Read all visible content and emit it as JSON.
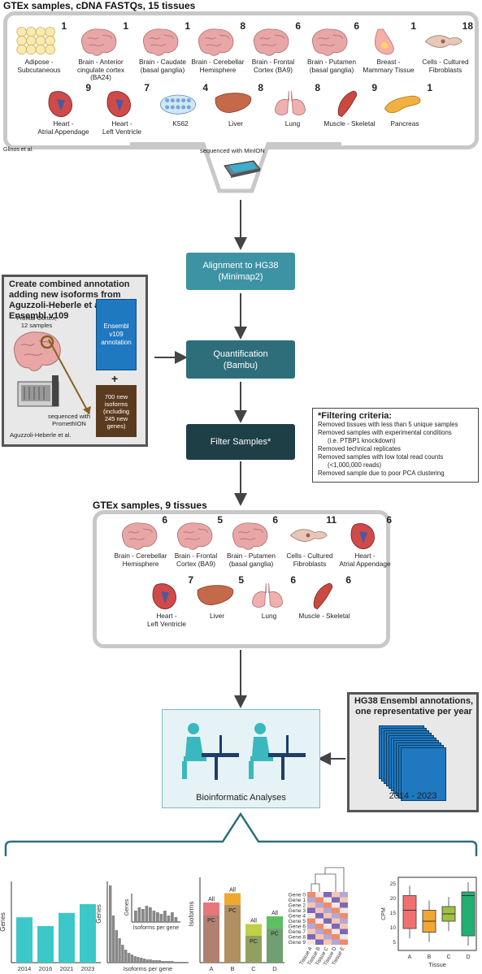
{
  "top_panel": {
    "title": "GTEx samples, cDNA FASTQs, 15 tissues",
    "source": "Glinos et al.",
    "sequencer_label": "sequenced with MinION",
    "tissues": [
      {
        "name": "Adipose -\nSubcutaneous",
        "count": "1",
        "icon": "adipose-icon"
      },
      {
        "name": "Brain - Anterior\ncingulate cortex (BA24)",
        "count": "1",
        "icon": "brain-icon"
      },
      {
        "name": "Brain - Caudate\n(basal ganglia)",
        "count": "1",
        "icon": "brain-icon"
      },
      {
        "name": "Brain - Cerebellar\nHemisphere",
        "count": "8",
        "icon": "brain-icon"
      },
      {
        "name": "Brain - Frontal\nCortex (BA9)",
        "count": "6",
        "icon": "brain-icon"
      },
      {
        "name": "Brain - Putamen\n(basal ganglia)",
        "count": "6",
        "icon": "brain-icon"
      },
      {
        "name": "Breast -\nMammary Tissue",
        "count": "1",
        "icon": "breast-icon"
      },
      {
        "name": "Cells - Cultured\nFibroblasts",
        "count": "18",
        "icon": "fibroblast-icon"
      },
      {
        "name": "Heart -\nAtrial Appendage",
        "count": "9",
        "icon": "heart-icon"
      },
      {
        "name": "Heart -\nLeft Ventricle",
        "count": "7",
        "icon": "heart-icon"
      },
      {
        "name": "K562",
        "count": "4",
        "icon": "cell-dish-icon"
      },
      {
        "name": "Liver",
        "count": "8",
        "icon": "liver-icon"
      },
      {
        "name": "Lung",
        "count": "8",
        "icon": "lung-icon"
      },
      {
        "name": "Muscle - Skeletal",
        "count": "9",
        "icon": "muscle-icon"
      },
      {
        "name": "Pancreas",
        "count": "1",
        "icon": "pancreas-icon"
      }
    ]
  },
  "pipeline": {
    "alignment": {
      "line1": "Alignment to HG38",
      "line2": "(Minimap2)"
    },
    "quantification": {
      "line1": "Quantification",
      "line2": "(Bambu)"
    },
    "filter": "Filter Samples*"
  },
  "annotation_box": {
    "title": "Create combined annotation adding new isoforms from Aguzzoli-Heberle et al. to Ensembl v109",
    "sample_label": "Frontal Cortex,\n12 samples",
    "sequencer_label": "sequenced with\nPromethION",
    "source": "Aguzzoli-Heberle et al.",
    "ensembl_box": "Ensembl\nv109\nannotation",
    "plus": "+",
    "new_isoforms_box": "700 new\nisoforms\n(including\n245 new\ngenes)"
  },
  "filtering": {
    "title": "*Filtering criteria:",
    "items": [
      "Removed tissues with less than 5 unique samples",
      "Removed samples with experimental conditions",
      "(i.e. PTBP1 knockdown)",
      "Removed technical replicates",
      "Removed samples with low total read counts",
      "(<1,000,000 reads)",
      "Removed sample due to poor PCA clustering"
    ]
  },
  "mid_panel": {
    "title": "GTEx samples, 9 tissues",
    "tissues": [
      {
        "name": "Brain - Cerebellar\nHemisphere",
        "count": "6"
      },
      {
        "name": "Brain - Frontal\nCortex (BA9)",
        "count": "5"
      },
      {
        "name": "Brain - Putamen\n(basal ganglia)",
        "count": "6"
      },
      {
        "name": "Cells - Cultured\nFibroblasts",
        "count": "11"
      },
      {
        "name": "Heart -\nAtrial Appendage",
        "count": "6"
      },
      {
        "name": "Heart -\nLeft Ventricle",
        "count": "7"
      },
      {
        "name": "Liver",
        "count": "5"
      },
      {
        "name": "Lung",
        "count": "6"
      },
      {
        "name": "Muscle - Skeletal",
        "count": "6"
      }
    ]
  },
  "analysis": {
    "label": "Bioinformatic Analyses",
    "annotations_title": "HG38 Ensembl annotations, one representative per year",
    "annotations_range": "2014 - 2023"
  },
  "bottom_charts": {
    "genes_bar": {
      "ylabel": "Genes",
      "categories": [
        "2014",
        "2016",
        "2021",
        "2023"
      ],
      "values": [
        0.62,
        0.5,
        0.68,
        0.8
      ]
    },
    "histogram": {
      "ylabel": "Genes",
      "xlabel": "Isoforms per gene",
      "inset_ylabel": "Genes",
      "inset_xlabel": "Isoforms per gene"
    },
    "isoform_bar": {
      "ylabel": "Isoforms",
      "categories": [
        "A",
        "B",
        "C",
        "D"
      ],
      "all_label": "All",
      "pc_label": "PC",
      "all_values": [
        0.78,
        0.9,
        0.5,
        0.6
      ],
      "pc_values": [
        0.62,
        0.75,
        0.35,
        0.45
      ],
      "colors_top": [
        "#e8767a",
        "#f0a830",
        "#c0d046",
        "#5cc060"
      ],
      "colors_bottom": [
        "#b08070",
        "#b09060",
        "#90a060",
        "#70a070"
      ]
    },
    "heatmap": {
      "rows": [
        "Gene 0",
        "Gene 1",
        "Gene 2",
        "Gene 3",
        "Gene 4",
        "Gene 5",
        "Gene 6",
        "Gene 7",
        "Gene 8",
        "Gene 9"
      ],
      "cols": [
        "Tissue A",
        "Tissue B",
        "Tissue C",
        "Tissue D",
        "Tissue E"
      ]
    },
    "boxplot": {
      "ylabel": "CPM",
      "xlabel": "Tissue",
      "categories": [
        "A",
        "B",
        "C",
        "D"
      ],
      "yticks": [
        "25",
        "20",
        "15",
        "10",
        "5"
      ],
      "colors": [
        "#f07070",
        "#f0a830",
        "#a0c040",
        "#20b070"
      ]
    }
  },
  "colors": {
    "teal_light": "#3d93a3",
    "teal_mid": "#2e6e7a",
    "teal_dark": "#1f3f46",
    "bar_teal": "#3cc8c8",
    "brown": "#5b3b1f",
    "ensembl_blue": "#1f78c0"
  }
}
